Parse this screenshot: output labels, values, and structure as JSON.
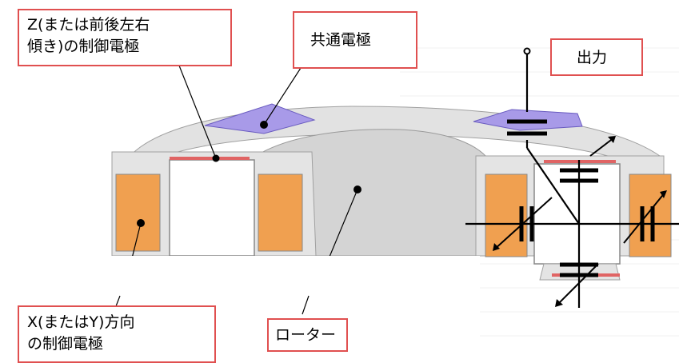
{
  "labels": {
    "z_electrode": [
      "Z(または前後左右",
      "傾き)の制御電極"
    ],
    "common_electrode": "共通電極",
    "output": "出力",
    "xy_electrode": [
      "X(またはY)方向",
      "の制御電極"
    ],
    "rotor": "ローター"
  },
  "colors": {
    "callout_border": "#e05050",
    "orange_electrode": "#f0a050",
    "purple_electrode": "#a89ae8",
    "ring_fill": "#dcdcdc",
    "ring_stroke": "#a0a0a0",
    "red_strip": "#e06464",
    "wire": "#000000"
  }
}
